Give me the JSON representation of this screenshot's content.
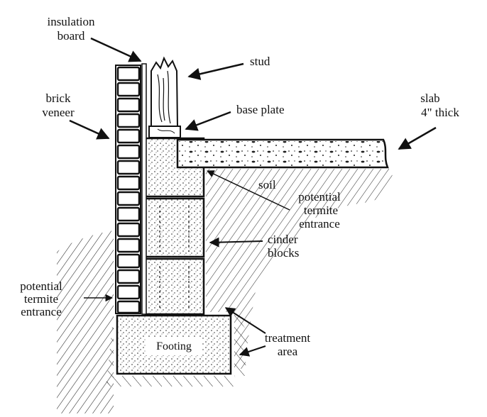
{
  "diagram": {
    "labels": {
      "insulation_board": [
        "insulation",
        "board"
      ],
      "stud": "stud",
      "brick_veneer": [
        "brick",
        "veneer"
      ],
      "base_plate": "base plate",
      "slab": [
        "slab",
        "4\" thick"
      ],
      "soil": "soil",
      "termite_entrance_right": [
        "potential",
        "termite",
        "entrance"
      ],
      "cinder_blocks": [
        "cinder",
        "blocks"
      ],
      "termite_entrance_left": [
        "potential",
        "termite",
        "entrance"
      ],
      "treatment_area": [
        "treatment",
        "area"
      ],
      "footing": "Footing"
    },
    "colors": {
      "ink": "#111111",
      "paper": "#ffffff"
    }
  }
}
